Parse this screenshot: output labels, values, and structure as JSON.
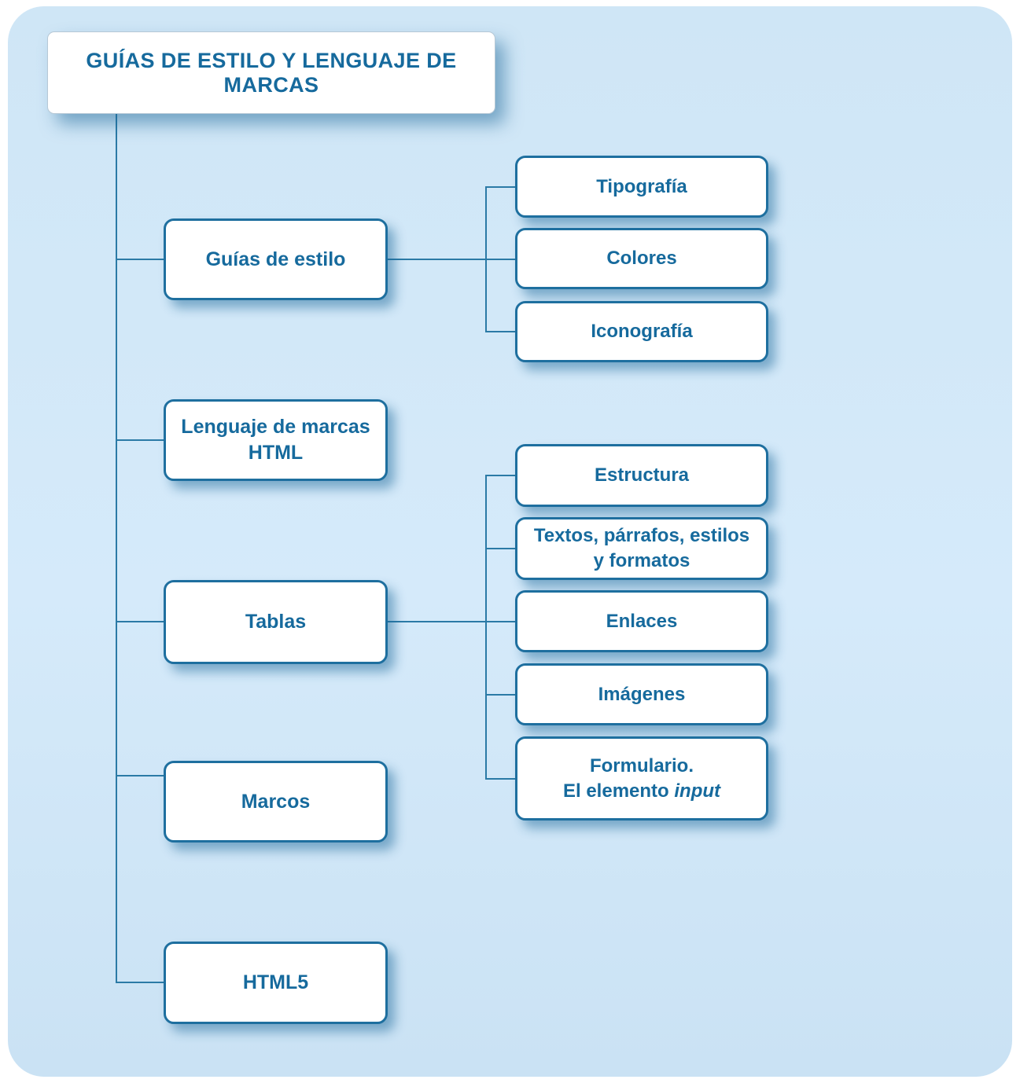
{
  "diagram": {
    "title": "GUÍAS DE ESTILO Y LENGUAJE DE MARCAS",
    "colors": {
      "panel_background": "#d2e8f7",
      "node_border": "#1e6f9f",
      "node_text": "#166a9d",
      "connector": "#2b7aa6",
      "node_fill": "#ffffff"
    },
    "branches": [
      {
        "label": "Guías de estilo",
        "children": [
          {
            "label": "Tipografía"
          },
          {
            "label": "Colores"
          },
          {
            "label": "Iconografía"
          }
        ]
      },
      {
        "label": "Lenguaje de marcas\nHTML",
        "children": []
      },
      {
        "label": "Tablas",
        "children": [
          {
            "label": "Estructura"
          },
          {
            "label": "Textos, párrafos, estilos\ny formatos"
          },
          {
            "label": "Enlaces"
          },
          {
            "label": "Imágenes"
          },
          {
            "label": "Formulario.\nEl elemento ",
            "label_italic": "input"
          }
        ]
      },
      {
        "label": "Marcos",
        "children": []
      },
      {
        "label": "HTML5",
        "children": []
      }
    ]
  }
}
